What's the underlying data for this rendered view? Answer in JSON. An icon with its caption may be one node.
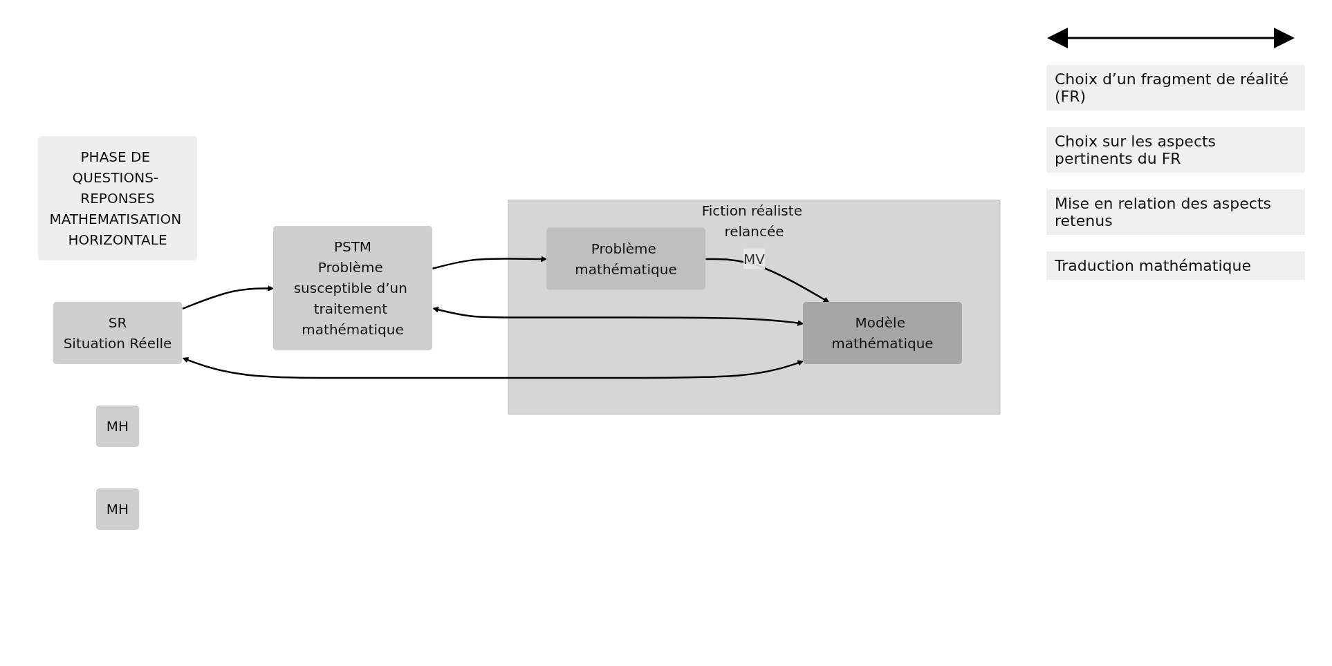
{
  "diagram": {
    "nodes": [
      {
        "text": [
          "PHASE DE QUESTIONS- REPONSES",
          "MATHEMATISATION HORIZONTALE"
        ]
      },
      {
        "text": [
          "SR",
          "Situation Réelle"
        ]
      },
      {
        "text": [
          "MH"
        ]
      },
      {
        "text": [
          "PSTM",
          "Problème susceptible d’un traitement mathématique"
        ]
      },
      {
        "text": [
          "MH"
        ]
      },
      {
        "text": [
          "Fiction réaliste relancée"
        ]
      },
      {
        "text": [
          "Problème mathématique"
        ],
        "in": 5
      },
      {
        "text": [
          "Modèle mathématique"
        ],
        "in": 5
      }
    ],
    "edges": [
      {
        "from": 1,
        "to": 3,
        "arrow": "to"
      },
      {
        "from": 3,
        "to": 6,
        "arrow": "to"
      },
      {
        "from": 3,
        "to": 7,
        "arrow": "both"
      },
      {
        "from": 1,
        "to": 7,
        "arrow": "both"
      },
      {
        "from": 6,
        "to": 7,
        "arrow": "to",
        "label": "MV"
      }
    ],
    "labels": [
      "Choix d’un fragment de réalité (FR)",
      "Choix sur les aspects pertinents du FR",
      "Mise en relation des aspects retenus",
      "Traduction mathématique"
    ]
  }
}
